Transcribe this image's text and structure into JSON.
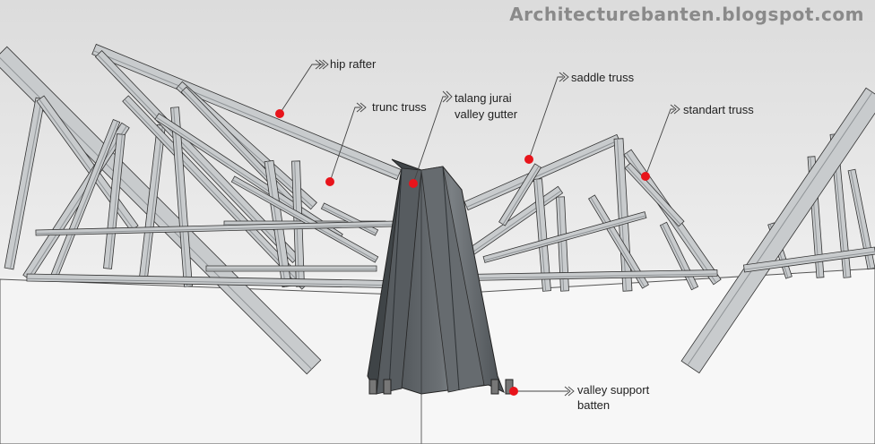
{
  "watermark": "Architecturebanten.blogspot.com",
  "colors": {
    "steel": "#c8cbcd",
    "steel_dark": "#8f9396",
    "gutter": "#5d6266",
    "marker": "#e8141b"
  },
  "labels": {
    "hip_rafter": "hip rafter",
    "trunc_truss": "trunc truss",
    "talang_jurai_line1": "talang jurai",
    "talang_jurai_line2": "valley gutter",
    "saddle_truss": "saddle truss",
    "standart_truss": "standart truss",
    "valley_support_line1": "valley support",
    "valley_support_line2": "batten"
  }
}
